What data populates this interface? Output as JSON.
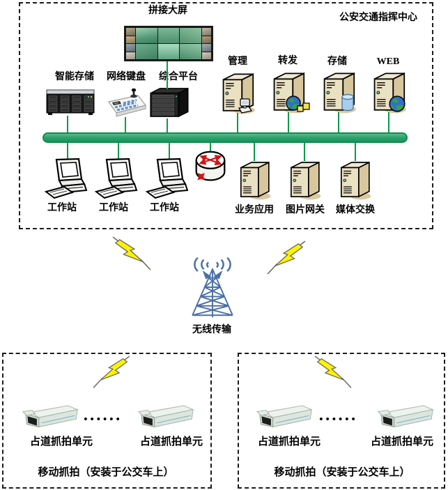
{
  "colors": {
    "line_green": "#089a4c",
    "bus_border": "#0a8f45",
    "bus_fill": "#2fa470",
    "bolt_yellow": "#fff200",
    "tower_blue": "#4a6fa5",
    "server_beige": "#eae0c2",
    "router_red": "#d21414"
  },
  "center": {
    "title": "公安交通指挥中心",
    "video_wall_label": "拼接大屏",
    "top_devices": [
      {
        "label": "智能存储"
      },
      {
        "label": "网络键盘"
      },
      {
        "label": "综合平台"
      }
    ],
    "servers": [
      {
        "label": "管理",
        "icon": "pc-icon"
      },
      {
        "label": "转发",
        "icon": "globe-package-icon"
      },
      {
        "label": "存储",
        "icon": "database-icon"
      },
      {
        "label": "WEB",
        "icon": "globe-icon"
      }
    ],
    "workstations": [
      {
        "label": "工作站"
      },
      {
        "label": "工作站"
      },
      {
        "label": "工作站"
      }
    ],
    "lan_nodes": [
      {
        "label": "业务应用"
      },
      {
        "label": "图片网关"
      },
      {
        "label": "媒体交换"
      }
    ]
  },
  "wireless": {
    "label": "无线传输"
  },
  "mobile_boxes": [
    {
      "cameras": [
        {
          "label": "占道抓拍单元"
        },
        {
          "label": "占道抓拍单元"
        }
      ],
      "dots": "••••••",
      "caption": "移动抓拍（安装于公交车上）"
    },
    {
      "cameras": [
        {
          "label": "占道抓拍单元"
        },
        {
          "label": "占道抓拍单元"
        }
      ],
      "dots": "••••••",
      "caption": "移动抓拍（安装于公交车上）"
    }
  ]
}
